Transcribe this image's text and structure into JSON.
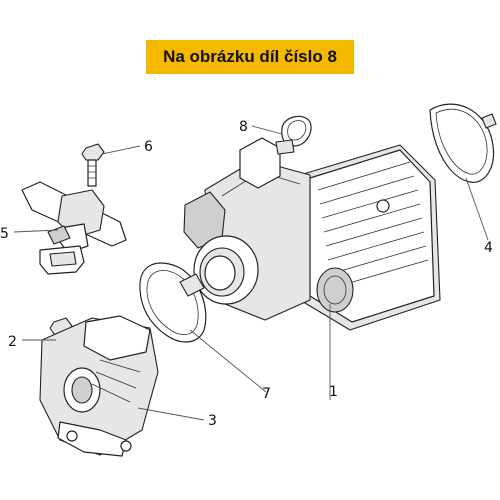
{
  "banner": {
    "text": "Na obrázku díl číslo 8",
    "color": "#f5b800"
  },
  "callouts": [
    "1",
    "2",
    "3",
    "4",
    "5",
    "6",
    "7",
    "8"
  ]
}
